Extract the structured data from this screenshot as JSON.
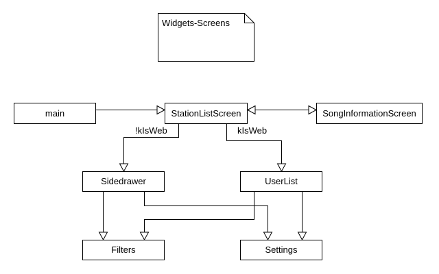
{
  "note": {
    "label": "Widgets-Screens"
  },
  "nodes": {
    "main": "main",
    "station_list_screen": "StationListScreen",
    "song_information_screen": "SongInformationScreen",
    "sidedrawer": "Sidedrawer",
    "user_list": "UserList",
    "filters": "Filters",
    "settings": "Settings"
  },
  "edge_labels": {
    "not_web": "!kIsWeb",
    "web": "kIsWeb"
  },
  "colors": {
    "stroke": "#000000",
    "fill": "#ffffff",
    "text": "#000000"
  }
}
